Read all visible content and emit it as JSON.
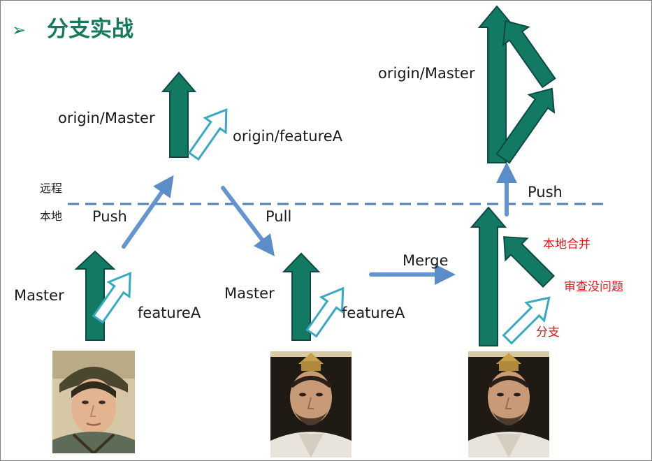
{
  "title": "分支实战",
  "bullet_glyph": "➢",
  "labels": {
    "origin_master_mid": "origin/Master",
    "origin_feature_mid": "origin/featureA",
    "origin_master_right": "origin/Master",
    "remote": "远程",
    "local": "本地",
    "push_left": "Push",
    "pull": "Pull",
    "push_right": "Push",
    "master_left": "Master",
    "feature_left": "featureA",
    "master_mid": "Master",
    "feature_mid": "featureA",
    "merge": "Merge",
    "local_merge": "本地合并",
    "review_ok": "审查没问题",
    "branch": "分支"
  },
  "colors": {
    "title": "#147a5c",
    "solid_arrow": "#127a62",
    "solid_arrow_edge": "#0c4a45",
    "hollow_arrow": "#38a9c2",
    "flow_arrow": "#5b8ec9",
    "dashed_line": "#4f81bd",
    "red_text": "#e8141a"
  },
  "photos": [
    {
      "name": "portrait-young-man"
    },
    {
      "name": "portrait-bearded-official"
    },
    {
      "name": "portrait-bearded-official-repeat"
    }
  ]
}
